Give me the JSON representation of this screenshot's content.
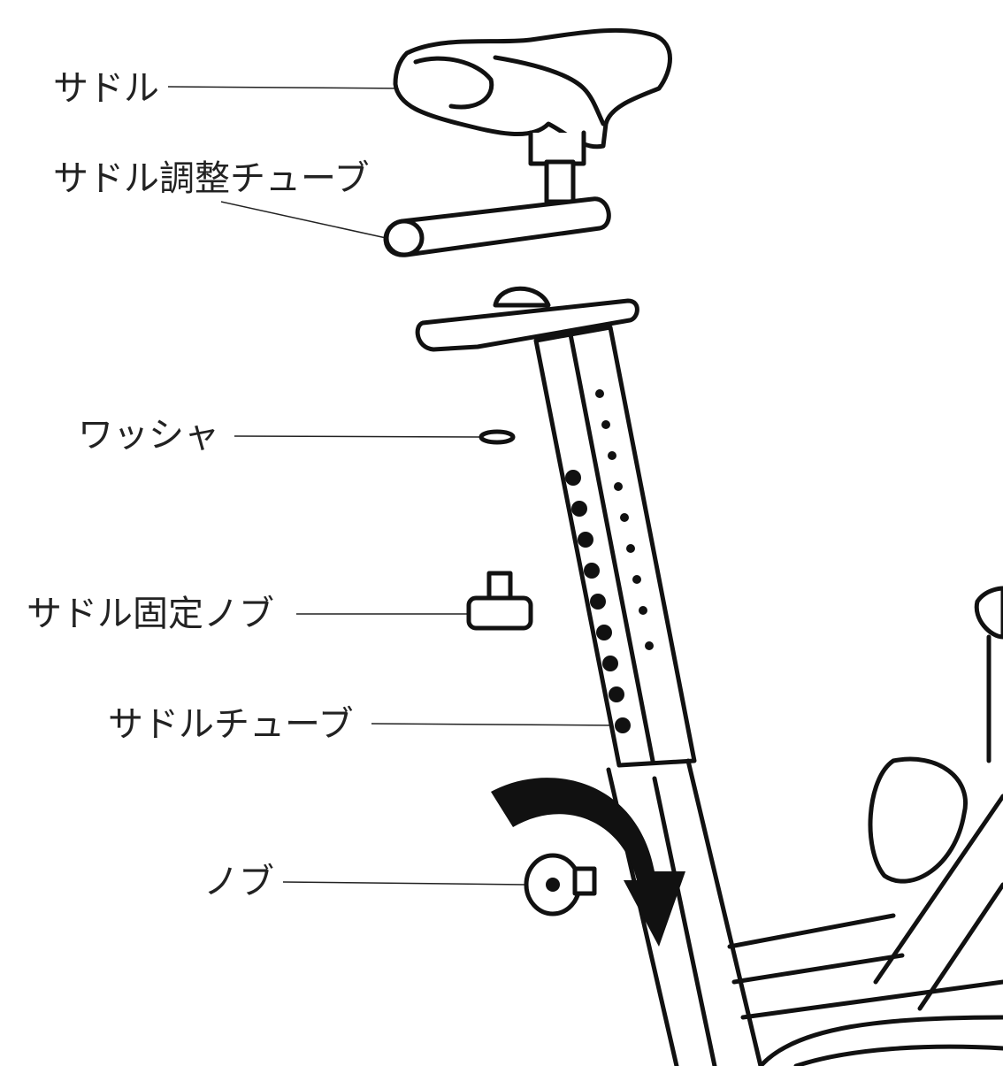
{
  "title": "Seat assembly diagram",
  "labels": {
    "saddle": "サドル",
    "saddle_adjust_tube": "サドル調整チューブ",
    "washer": "ワッシャ",
    "saddle_fixing_knob": "サドル固定ノブ",
    "saddle_tube": "サドルチューブ",
    "knob": "ノブ"
  }
}
